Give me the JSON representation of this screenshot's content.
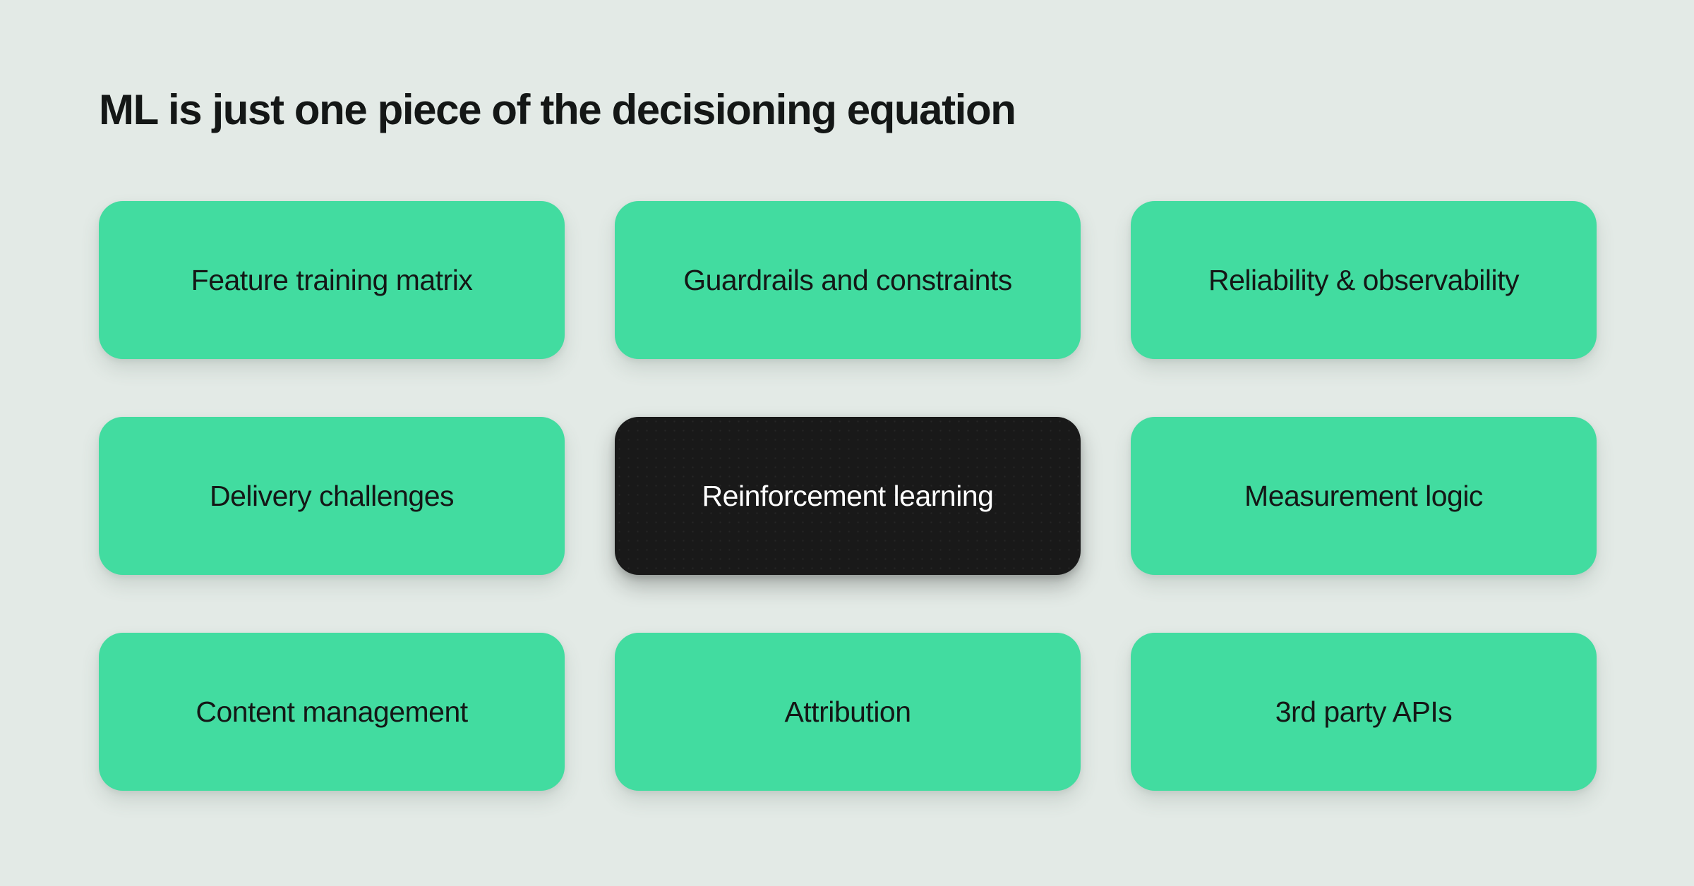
{
  "slide": {
    "title": "ML is just one piece of the decisioning equation",
    "background_color": "#e3eae6",
    "accent_color": "#42dca0",
    "highlight_color": "#191919",
    "text_color": "#141716",
    "highlight_text_color": "#ffffff"
  },
  "cards": [
    {
      "label": "Feature training matrix",
      "state": "default"
    },
    {
      "label": "Guardrails and constraints",
      "state": "default"
    },
    {
      "label": "Reliability & observability",
      "state": "default"
    },
    {
      "label": "Delivery challenges",
      "state": "default"
    },
    {
      "label": "Reinforcement learning",
      "state": "highlighted"
    },
    {
      "label": "Measurement logic",
      "state": "default"
    },
    {
      "label": "Content management",
      "state": "default"
    },
    {
      "label": "Attribution",
      "state": "default"
    },
    {
      "label": "3rd party APIs",
      "state": "default"
    }
  ]
}
